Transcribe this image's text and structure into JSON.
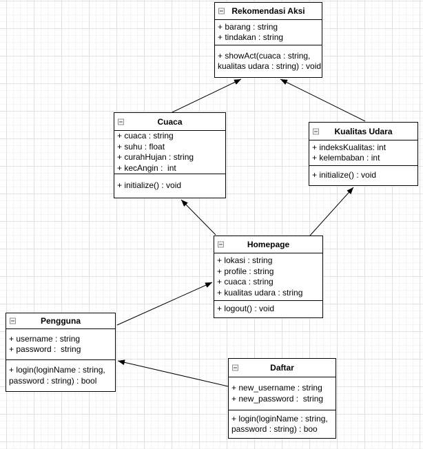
{
  "diagram": {
    "type": "uml-class-diagram",
    "colors": {
      "background": "#ffffff",
      "box_fill": "#ffffff",
      "box_border": "#000000",
      "text": "#000000",
      "grid_major": "#e0e0e0",
      "grid_minor": "#f5f5f5"
    },
    "icons": {
      "collapse": "minus-square-icon"
    },
    "classes": [
      {
        "id": "rekomendasi-aksi",
        "name": "Rekomendasi Aksi",
        "attributes": [
          "+ barang : string",
          "+ tindakan : string"
        ],
        "method_lines": [
          "+ showAct(cuaca : string,",
          "kualitas udara : string) : void"
        ]
      },
      {
        "id": "cuaca",
        "name": "Cuaca",
        "attributes": [
          "+ cuaca : string",
          "+ suhu : float",
          "+ curahHujan : string",
          "+ kecAngin :  int"
        ],
        "method_lines": [
          "+ initialize() : void"
        ]
      },
      {
        "id": "kualitas-udara",
        "name": "Kualitas Udara",
        "attributes": [
          "+ indeksKualitas: int",
          "+ kelembaban : int"
        ],
        "method_lines": [
          "+ initialize() : void"
        ]
      },
      {
        "id": "homepage",
        "name": "Homepage",
        "attributes": [
          "+ lokasi : string",
          "+ profile : string",
          "+ cuaca : string",
          "+ kualitas udara : string"
        ],
        "method_lines": [
          "+ logout() : void"
        ]
      },
      {
        "id": "pengguna",
        "name": "Pengguna",
        "attributes": [
          "+ username : string",
          "+ password :  string"
        ],
        "method_lines": [
          "+ login(loginName : string,",
          "password : string) : bool"
        ]
      },
      {
        "id": "daftar",
        "name": "Daftar",
        "attributes": [
          "+ new_username : string",
          "+ new_password :  string"
        ],
        "method_lines": [
          "+ login(loginName : string,",
          "password : string) : boo"
        ]
      }
    ],
    "relations": [
      {
        "from": "Cuaca",
        "to": "Rekomendasi Aksi",
        "style": "arrow"
      },
      {
        "from": "Kualitas Udara",
        "to": "Rekomendasi Aksi",
        "style": "arrow"
      },
      {
        "from": "Homepage",
        "to": "Cuaca",
        "style": "arrow"
      },
      {
        "from": "Homepage",
        "to": "Kualitas Udara",
        "style": "arrow"
      },
      {
        "from": "Pengguna",
        "to": "Homepage",
        "style": "arrow"
      },
      {
        "from": "Daftar",
        "to": "Pengguna",
        "style": "arrow"
      }
    ]
  }
}
